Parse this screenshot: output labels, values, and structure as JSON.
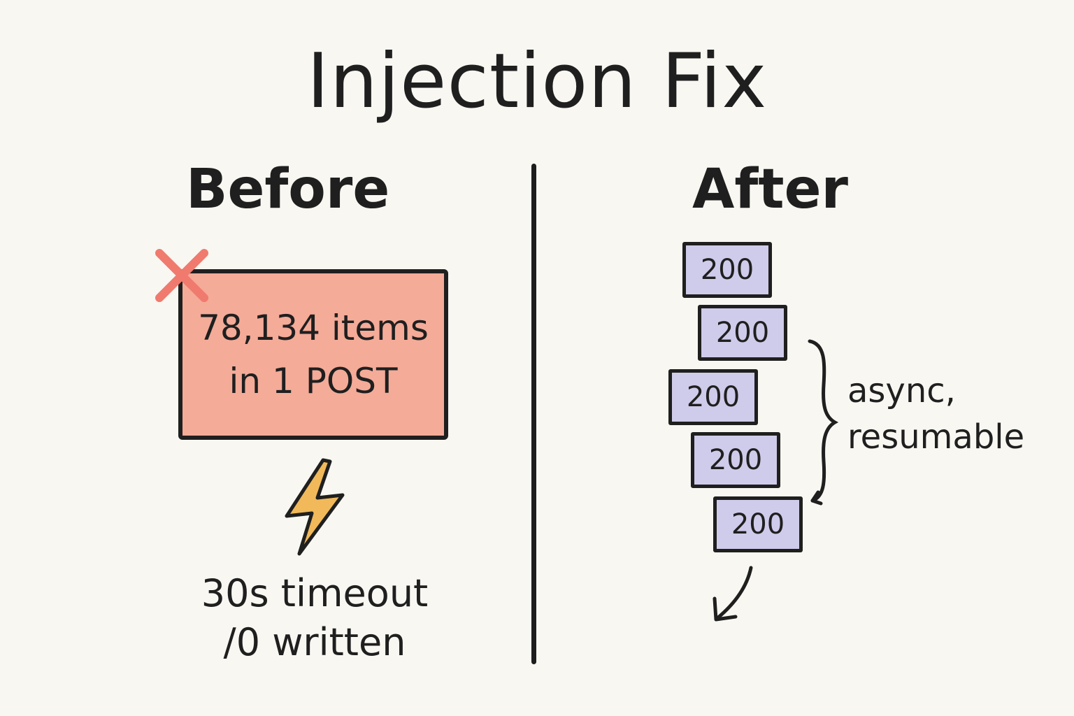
{
  "title": "Injection Fix",
  "before": {
    "heading": "Before",
    "payload_line1": "78,134 items",
    "payload_line2": "in 1 POST",
    "result_line1": "30s timeout",
    "result_line2": "/0 written",
    "box_color": "#f4ab98",
    "x_color": "#f07a6e",
    "bolt_color": "#f1b95a"
  },
  "after": {
    "heading": "After",
    "chunks": [
      "200",
      "200",
      "200",
      "200",
      "200"
    ],
    "chunk_color": "#cfcbea",
    "label_line1": "async,",
    "label_line2": "resumable"
  }
}
